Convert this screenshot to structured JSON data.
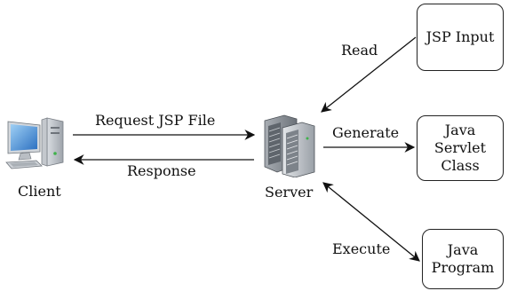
{
  "nodes": {
    "client": "Client",
    "server": "Server",
    "jsp_input": "JSP Input",
    "servlet_class": [
      "Java",
      "Servlet",
      "Class"
    ],
    "java_program": [
      "Java",
      "Program"
    ]
  },
  "edges": {
    "request": "Request JSP File",
    "response": "Response",
    "read": "Read",
    "generate": "Generate",
    "execute": "Execute"
  },
  "icons": {
    "client": "desktop-computer-icon",
    "server": "server-rack-icon"
  }
}
